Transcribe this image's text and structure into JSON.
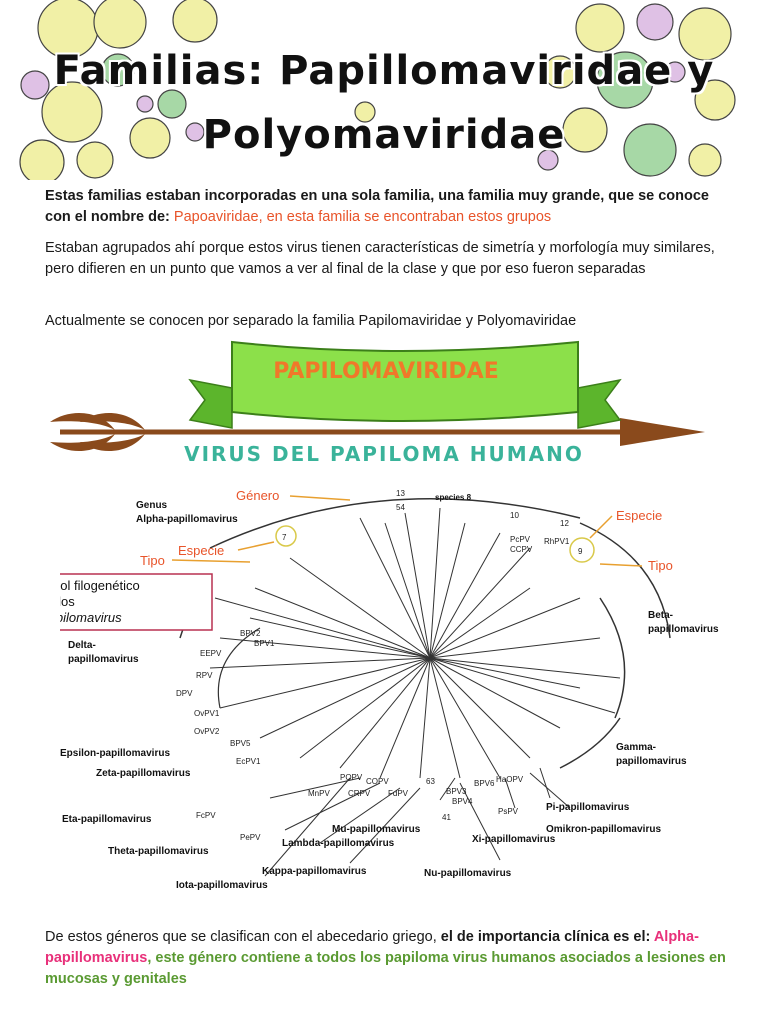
{
  "title": {
    "line1": "Familias: Papillomaviridae y",
    "line2": "Polyomaviridae"
  },
  "intro": {
    "bold": "Estas familias estaban incorporadas en una sola familia, una familia muy grande, que se conoce con el nombre de: ",
    "highlight": "Papoaviridae, en esta familia se encontraban estos grupos"
  },
  "paragraph2": "Estaban agrupados ahí porque estos virus tienen características de simetría y morfología muy similares, pero difieren en un punto que vamos a ver al final de la clase y que por eso fueron separadas",
  "paragraph3": "Actualmente se conocen por separado la familia Papilomaviridae y Polyomaviridae",
  "banner": {
    "label": "PAPILOMAVIRIDAE"
  },
  "subtitle": "VIRUS DEL PAPILOMA HUMANO",
  "figure": {
    "annotations": {
      "genero": "Género",
      "especie_left": "Especie",
      "tipo_left": "Tipo",
      "especie_right": "Especie",
      "tipo_right": "Tipo",
      "arbol_line1": "Árbol filogenético",
      "arbol_line2": "de los",
      "arbol_line3": "Papilomavirus",
      "genus": "Genus",
      "species": "species 8"
    },
    "genera": {
      "alpha": "Alpha-papillomavirus",
      "beta": "Beta-",
      "beta2": "papillomavirus",
      "delta": "Delta-",
      "delta2": "papillomavirus",
      "gamma": "Gamma-",
      "gamma2": "papillomavirus",
      "epsilon": "Epsilon-papillomavirus",
      "zeta": "Zeta-papillomavirus",
      "eta": "Eta-papillomavirus",
      "theta": "Theta-papillomavirus",
      "iota": "Iota-papillomavirus",
      "kappa": "Kappa-papillomavirus",
      "lambda": "Lambda-papillomavirus",
      "mu": "Mu-papillomavirus",
      "nu": "Nu-papillomavirus",
      "xi": "Xi-papillomavirus",
      "omikron": "Omikron-papillomavirus",
      "pi": "Pi-papillomavirus"
    },
    "types": {
      "eepv": "EEPV",
      "rpv": "RPV",
      "dpv": "DPV",
      "ovpv1": "OvPV1",
      "ovpv2": "OvPV2",
      "bpv5": "BPV5",
      "ecpv1": "EcPV1",
      "fcpv": "FcPV",
      "pepv": "PePV",
      "mnpv": "MnPV",
      "popv": "POPV",
      "copv": "COPV",
      "crpv": "CRPV",
      "fdpv": "FdPV",
      "bpv3": "BPV3",
      "bpv4": "BPV4",
      "bpv6": "BPV6",
      "hapv": "HaOPV",
      "pspv": "PsPV",
      "rhpv": "RhPV1",
      "pcpv": "PcPV",
      "ccpv": "CCPV",
      "bpv1": "BPV1",
      "bpv2": "BPV2",
      "n41": "41",
      "n63": "63",
      "n13": "13",
      "n54": "54",
      "n10": "10",
      "n12": "12",
      "n9": "9",
      "n7": "7"
    }
  },
  "closing": {
    "text1": " De estos géneros que se clasifican con el abecedario griego, ",
    "bold": "el de importancia clínica es el: ",
    "pink": "Alpha-papillomavirus",
    "comma": ", ",
    "green": "este género contiene a todos los papiloma virus humanos asociados a lesiones en mucosas y genitales"
  },
  "colors": {
    "accent_orange": "#e8542a",
    "banner_green": "#8ce04a",
    "subtitle_teal": "#3ab39a",
    "pink": "#e8307a",
    "green_text": "#5a9a32"
  }
}
